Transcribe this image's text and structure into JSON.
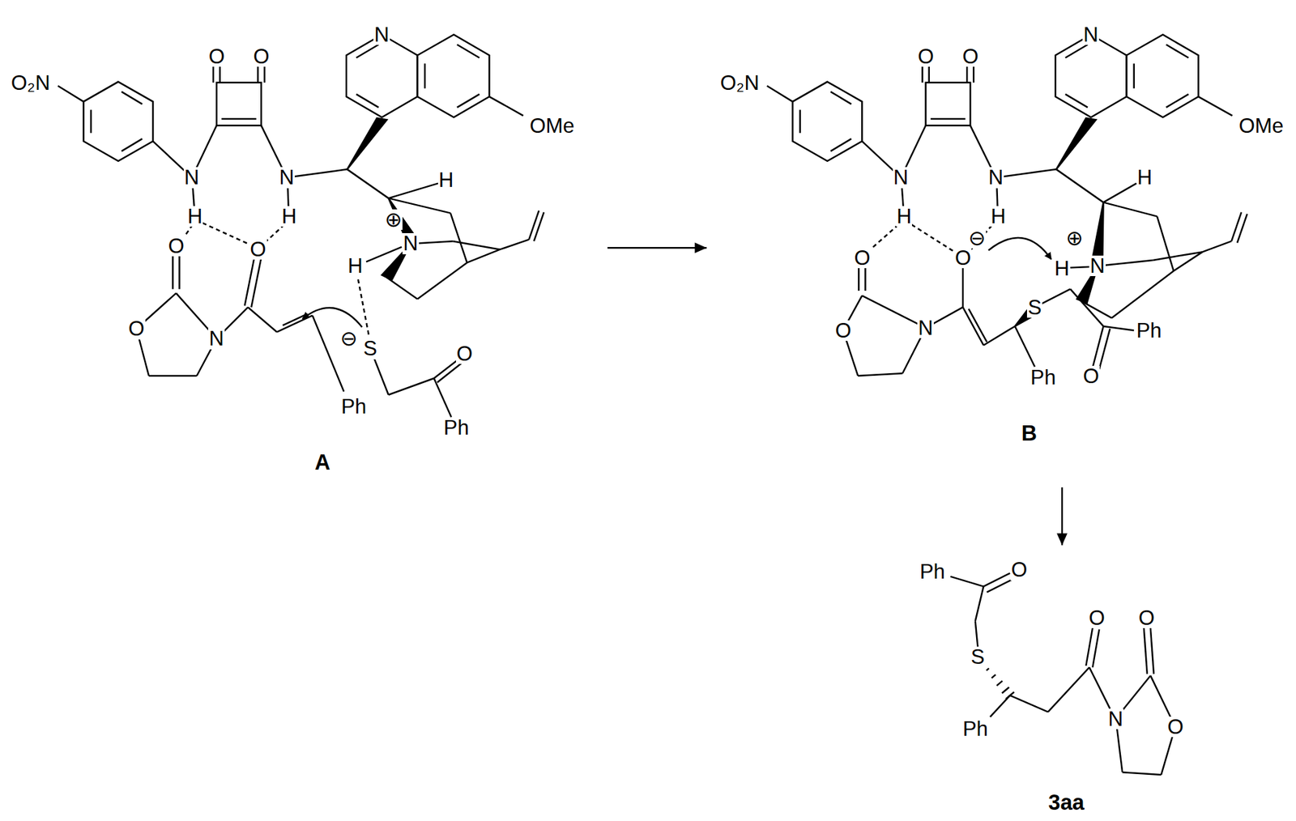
{
  "diagram": {
    "nodes": [
      {
        "text": [
          "A"
        ]
      },
      {
        "text": [
          "B"
        ]
      },
      {
        "text": [
          "3aa"
        ]
      }
    ],
    "edges": [
      {
        "from": 0,
        "to": 1,
        "arrow": "to"
      },
      {
        "from": 1,
        "to": 2,
        "arrow": "to"
      }
    ],
    "labels": [
      "O₂N",
      "O",
      "O",
      "N",
      "H",
      "N",
      "H",
      "N",
      "OMe",
      "H",
      "⊕",
      "N",
      "H",
      "O",
      "O",
      "N",
      "O",
      "⊖",
      "S",
      "Ph",
      "O",
      "Ph",
      "O₂N",
      "O",
      "O",
      "N",
      "H",
      "N",
      "H",
      "N",
      "OMe",
      "H",
      "⊕",
      "H",
      "N",
      "O",
      "O",
      "N",
      "⊖",
      "O",
      "S",
      "Ph",
      "O",
      "Ph",
      "Ph",
      "O",
      "S",
      "Ph",
      "O",
      "O",
      "N",
      "O"
    ]
  }
}
